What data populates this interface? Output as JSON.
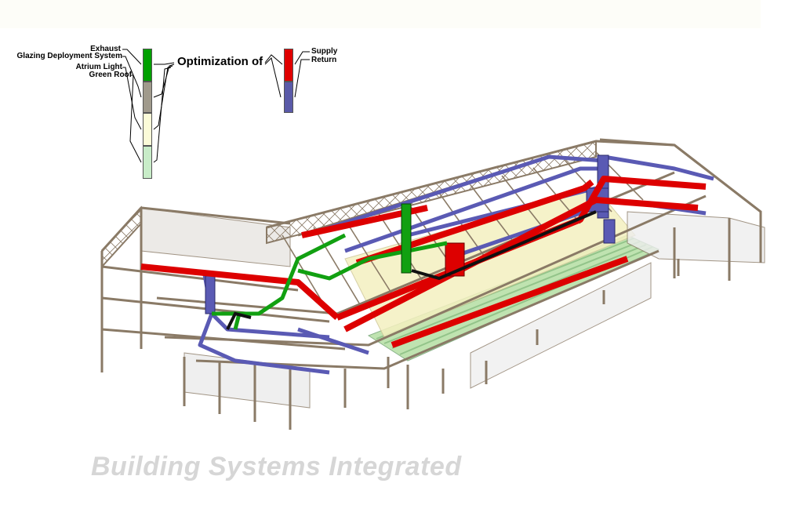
{
  "legend_left": {
    "items": [
      {
        "label": "Exhaust",
        "color": "#00a000"
      },
      {
        "label": "Glazing Deployment System",
        "color": "#a09a8c"
      },
      {
        "label": "Atrium Light",
        "color": "#fbfbd8"
      },
      {
        "label": "Green Roof",
        "color": "#c8ecc8"
      }
    ]
  },
  "optimization_label": "Optimization of",
  "legend_right": {
    "items": [
      {
        "label": "Supply",
        "color": "#e00000"
      },
      {
        "label": "Return",
        "color": "#5a5aa8"
      }
    ]
  },
  "caption": "Building Systems Integrated",
  "colors": {
    "structure": "#8a7a66",
    "supply": "#dd0000",
    "return": "#5a5ab4",
    "exhaust": "#11a011",
    "atrium": "#f4f0c0",
    "green_roof": "#bfe3b0"
  }
}
